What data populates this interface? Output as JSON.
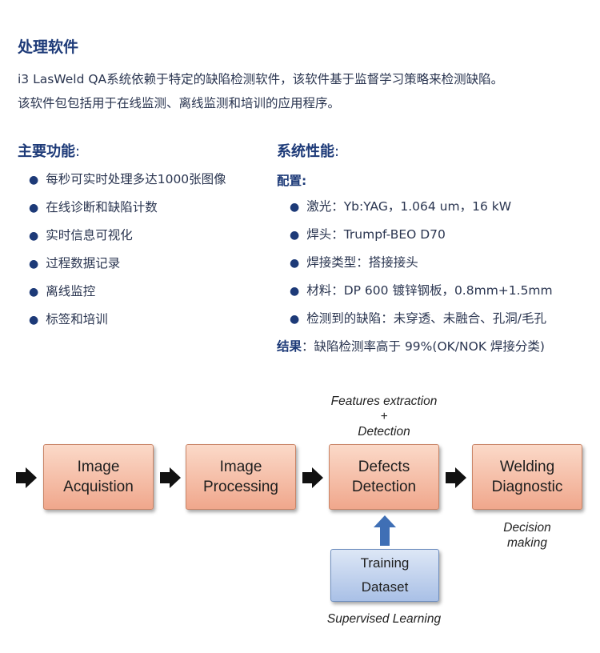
{
  "section": {
    "title": "处理软件",
    "intro_lines": [
      "i3  LasWeld  QA系统依赖于特定的缺陷检测软件，该软件基于监督学习策略来检测缺陷。",
      "该软件包包括用于在线监测、离线监测和培训的应用程序。"
    ]
  },
  "features": {
    "heading": "主要功能",
    "colon": ":",
    "items": [
      "每秒可实时处理多达1000张图像",
      "在线诊断和缺陷计数",
      "实时信息可视化",
      "过程数据记录",
      "离线监控",
      "标签和培训"
    ]
  },
  "performance": {
    "heading": "系统性能",
    "colon": ":",
    "config_label": "配置:",
    "items": [
      "激光：Yb:YAG，1.064 um，16 kW",
      "焊头：Trumpf-BEO D70",
      "焊接类型：搭接接头",
      "材料：DP 600 镀锌钢板，0.8mm+1.5mm",
      "检测到的缺陷：未穿透、未融合、孔洞/毛孔"
    ],
    "result_label": "结果",
    "result_text": "：缺陷检测率高于 99%(OK/NOK 焊接分类)"
  },
  "diagram": {
    "boxes": [
      [
        "Image",
        "Acquistion"
      ],
      [
        "Image",
        "Processing"
      ],
      [
        "Defects",
        "Detection"
      ],
      [
        "Welding",
        "Diagnostic"
      ]
    ],
    "training_box": [
      "Training",
      "Dataset"
    ],
    "notes": {
      "features_line1": "Features extraction",
      "plus": "+",
      "features_line2": "Detection",
      "decision_line1": "Decision",
      "decision_line2": "making",
      "supervised": "Supervised Learning"
    },
    "colors": {
      "box_fill": "#f0a78c",
      "training_fill": "#a9c0e6",
      "arrow_black": "#111111",
      "arrow_blue": "#3f6fb5"
    }
  }
}
